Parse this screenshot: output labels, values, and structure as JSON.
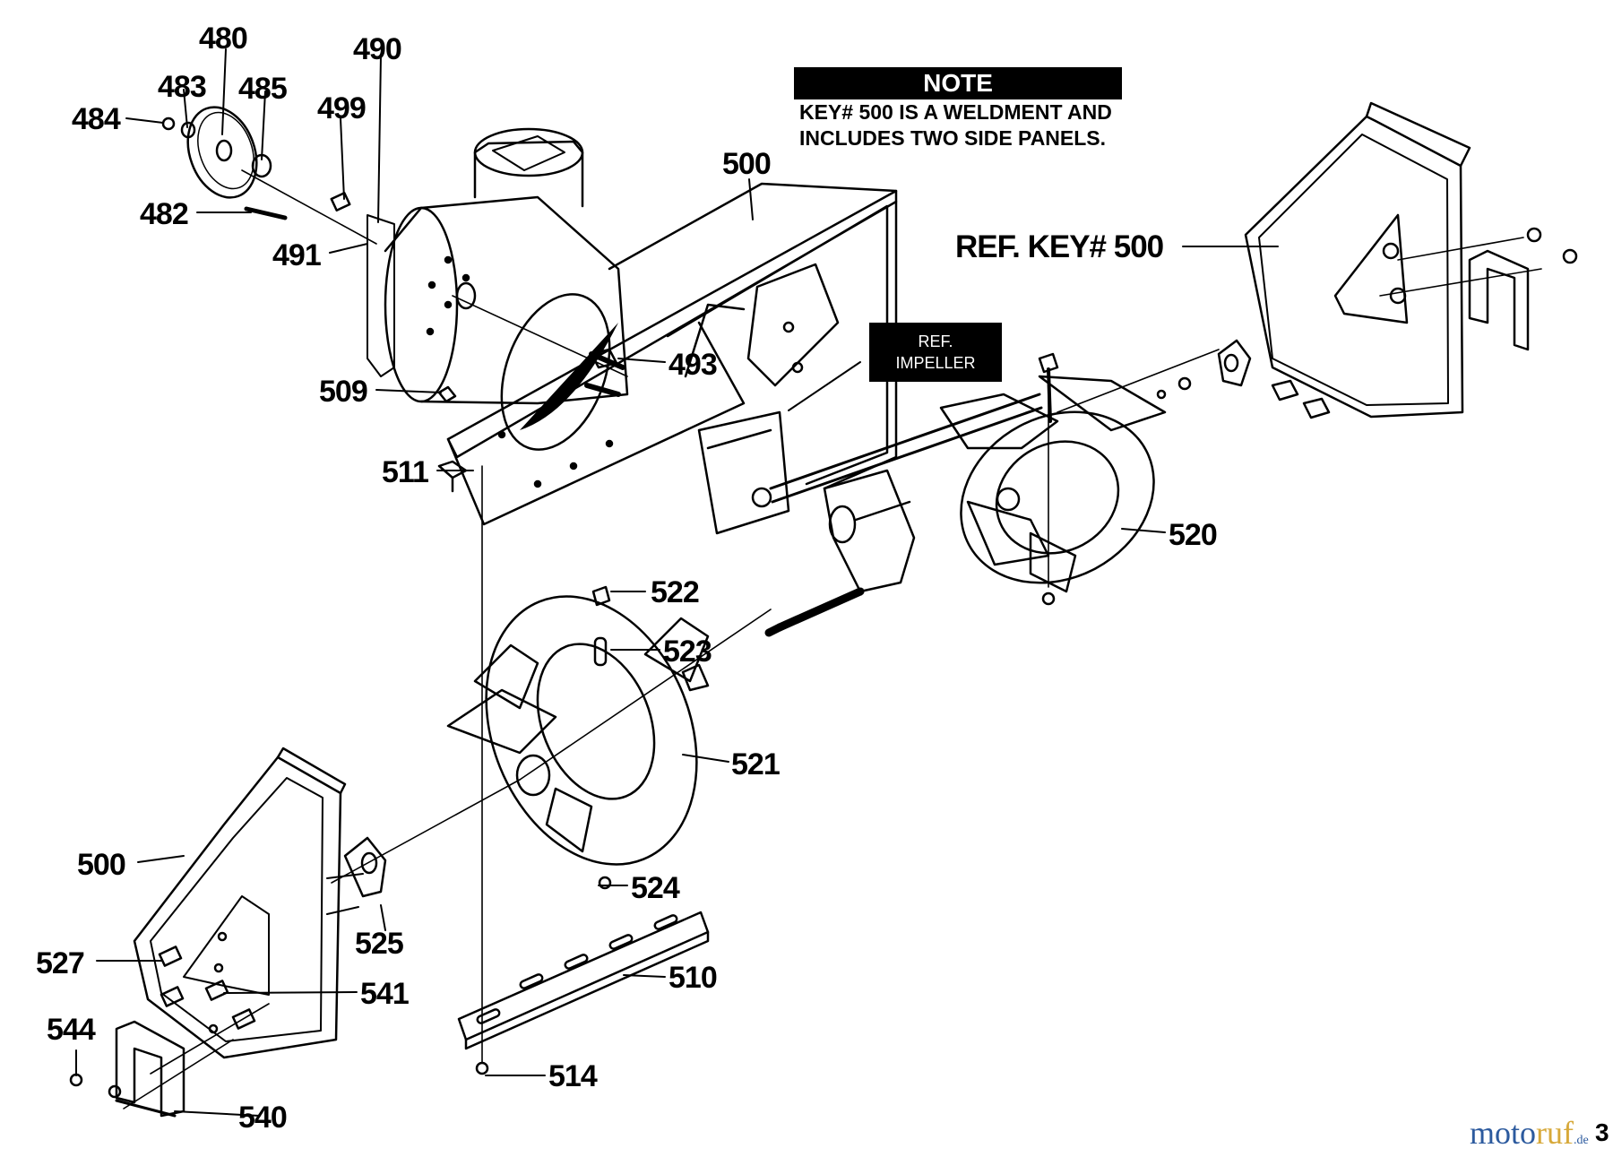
{
  "note": {
    "title": "NOTE",
    "line1": "KEY# 500 IS A WELDMENT AND",
    "line2": "INCLUDES TWO SIDE PANELS."
  },
  "ref_key_label": "REF. KEY# 500",
  "impeller_ref": {
    "line1": "REF.",
    "line2": "IMPELLER"
  },
  "part_numbers": {
    "p480": "480",
    "p490": "490",
    "p483": "483",
    "p485": "485",
    "p484": "484",
    "p499": "499",
    "p482": "482",
    "p491": "491",
    "p500_top": "500",
    "p493": "493",
    "p509": "509",
    "p511": "511",
    "p520": "520",
    "p522": "522",
    "p523": "523",
    "p521": "521",
    "p500_bottom": "500",
    "p524": "524",
    "p525": "525",
    "p527": "527",
    "p541": "541",
    "p510": "510",
    "p544": "544",
    "p514": "514",
    "p540": "540"
  },
  "watermark": {
    "part1": "moto",
    "part2": "ruf",
    "part3": ".de"
  },
  "page_number": "3"
}
